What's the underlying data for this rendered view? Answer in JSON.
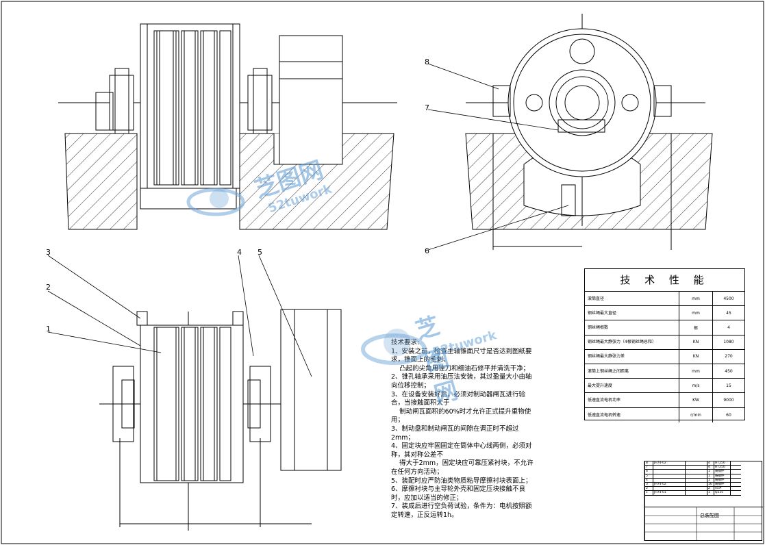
{
  "callouts": [
    "1",
    "2",
    "3",
    "4",
    "5",
    "6",
    "7",
    "8"
  ],
  "tech_table": {
    "title": "技 术 性 能",
    "rows": [
      {
        "name": "滚筒直径",
        "unit": "mm",
        "value": "4500"
      },
      {
        "name": "钢丝绳最大直径",
        "unit": "mm",
        "value": "45"
      },
      {
        "name": "钢丝绳根数",
        "unit": "根",
        "value": "4"
      },
      {
        "name": "钢丝绳最大静张力（4根钢丝绳总和）",
        "unit": "KN",
        "value": "1080"
      },
      {
        "name": "钢丝绳最大静张力差",
        "unit": "KN",
        "value": "270"
      },
      {
        "name": "滚筒上钢丝绳之间距离",
        "unit": "mm",
        "value": "450"
      },
      {
        "name": "最大提升速度",
        "unit": "m/s",
        "value": "15"
      },
      {
        "name": "低速直流电机功率",
        "unit": "KW",
        "value": "9000"
      },
      {
        "name": "低速直流电机转速",
        "unit": "r/min",
        "value": "60"
      }
    ]
  },
  "notes": {
    "heading": "技术要求:",
    "lines": [
      "1、安装之前，检查主轴锥面尺寸是否达到图纸要求，锥面上的毛刺、",
      "    凸起的尖角用锉刀和细油石修平并清洗干净；",
      "2、锥孔轴承采用油压法安装，其过盈量大小由轴向位移控制；",
      "3、在设备安装好后，必须对制动器闸瓦进行验合，当接触面积大于",
      "    制动闸瓦面积的60%时才允许正式提升重物使用；",
      "3、制动盘和制动闸瓦的间隙在调正时不超过2mm；",
      "4、固定块应牢固固定在筒体中心线两侧，必须对称，其对称公差不",
      "    得大于2mm，固定块应可靠压紧衬块，不允许在任何方向活动；",
      "5、装配时应严防油类物质粘导摩擦衬块表面上；",
      "6、摩擦衬块与主导轮外壳和固定压块接触不良时，应加以适当的修正；",
      "7、装成后进行空负荷试验，条件为：电机按照额定转速，正反运转1h。"
    ]
  },
  "title_block": {
    "assembly_name": "总装配图",
    "parts": [
      {
        "no": "8",
        "code": "JH74-02",
        "qty": "4",
        "material": "HT250"
      },
      {
        "no": "7",
        "code": "",
        "qty": "4",
        "material": "HT250"
      },
      {
        "no": "6",
        "code": "",
        "qty": "1",
        "material": "铸钢件"
      },
      {
        "no": "5",
        "code": "",
        "qty": "1",
        "material": "铸钢件"
      },
      {
        "no": "4",
        "code": "",
        "qty": "1",
        "material": "铸钢件"
      },
      {
        "no": "3",
        "code": "JH74-02",
        "qty": "16",
        "material": "铸钢件"
      },
      {
        "no": "2",
        "code": "",
        "qty": "2",
        "material": "45#"
      },
      {
        "no": "1",
        "code": "JH74-01",
        "qty": "1",
        "material": "Q235"
      }
    ]
  },
  "watermark": {
    "brand": "芝图网",
    "url": "52tuwork"
  }
}
